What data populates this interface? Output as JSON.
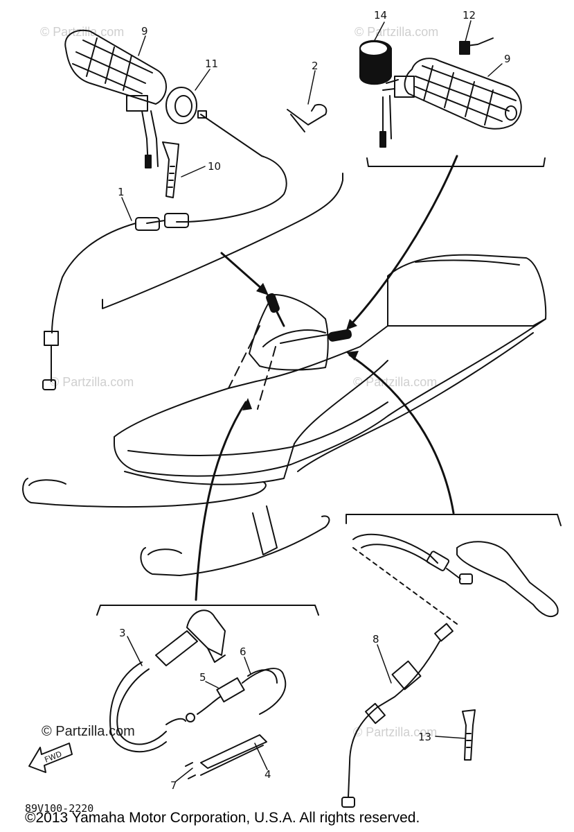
{
  "watermarks": [
    "© Partzilla.com",
    "© Partzilla.com",
    "© Partzilla.com",
    "© Partzilla.com",
    "© Partzilla.com"
  ],
  "watermark_dark": "© Partzilla.com",
  "diagram_code": "89V100-2220",
  "copyright": "©2013 Yamaha Motor Corporation, U.S.A. All rights reserved.",
  "fwd_label": "FWD",
  "callouts": [
    "1",
    "2",
    "3",
    "4",
    "5",
    "6",
    "7",
    "8",
    "9",
    "9",
    "10",
    "11",
    "12",
    "13",
    "14"
  ]
}
